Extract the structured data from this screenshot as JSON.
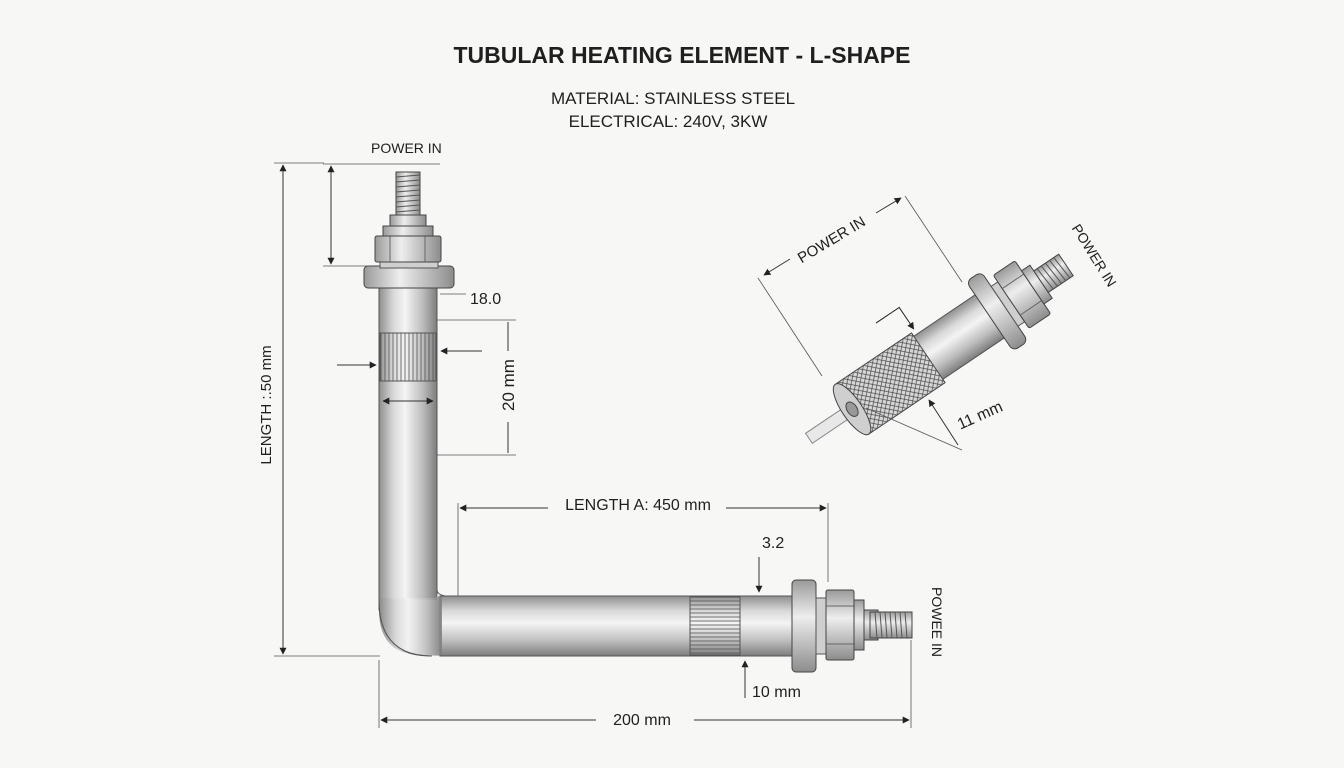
{
  "header": {
    "title": "TUBULAR HEATING ELEMENT - L-SHAPE",
    "material": "MATERIAL: STAINLESS STEEL",
    "electrical": "ELECTRICAL: 240V, 3KW"
  },
  "main_view": {
    "power_in_top": "POWER IN",
    "dim_18": "18.0",
    "dim_20mm": "20 mm",
    "dim_length_vertical": "LENGTH :.50 mm",
    "dim_length_a": "LENGTH A: 450 mm",
    "dim_3_2": "3.2",
    "dim_10mm": "10 mm",
    "dim_200mm": "200 mm",
    "power_in_right": "POWEE IN"
  },
  "detail_view": {
    "power_in_left": "POWER IN",
    "power_in_right": "POWER IN",
    "dim_11mm": "11 mm"
  },
  "colors": {
    "background": "#f7f7f6",
    "steel_light": "#e6e6e6",
    "steel_dark": "#8a8a8a",
    "line": "#333333"
  }
}
